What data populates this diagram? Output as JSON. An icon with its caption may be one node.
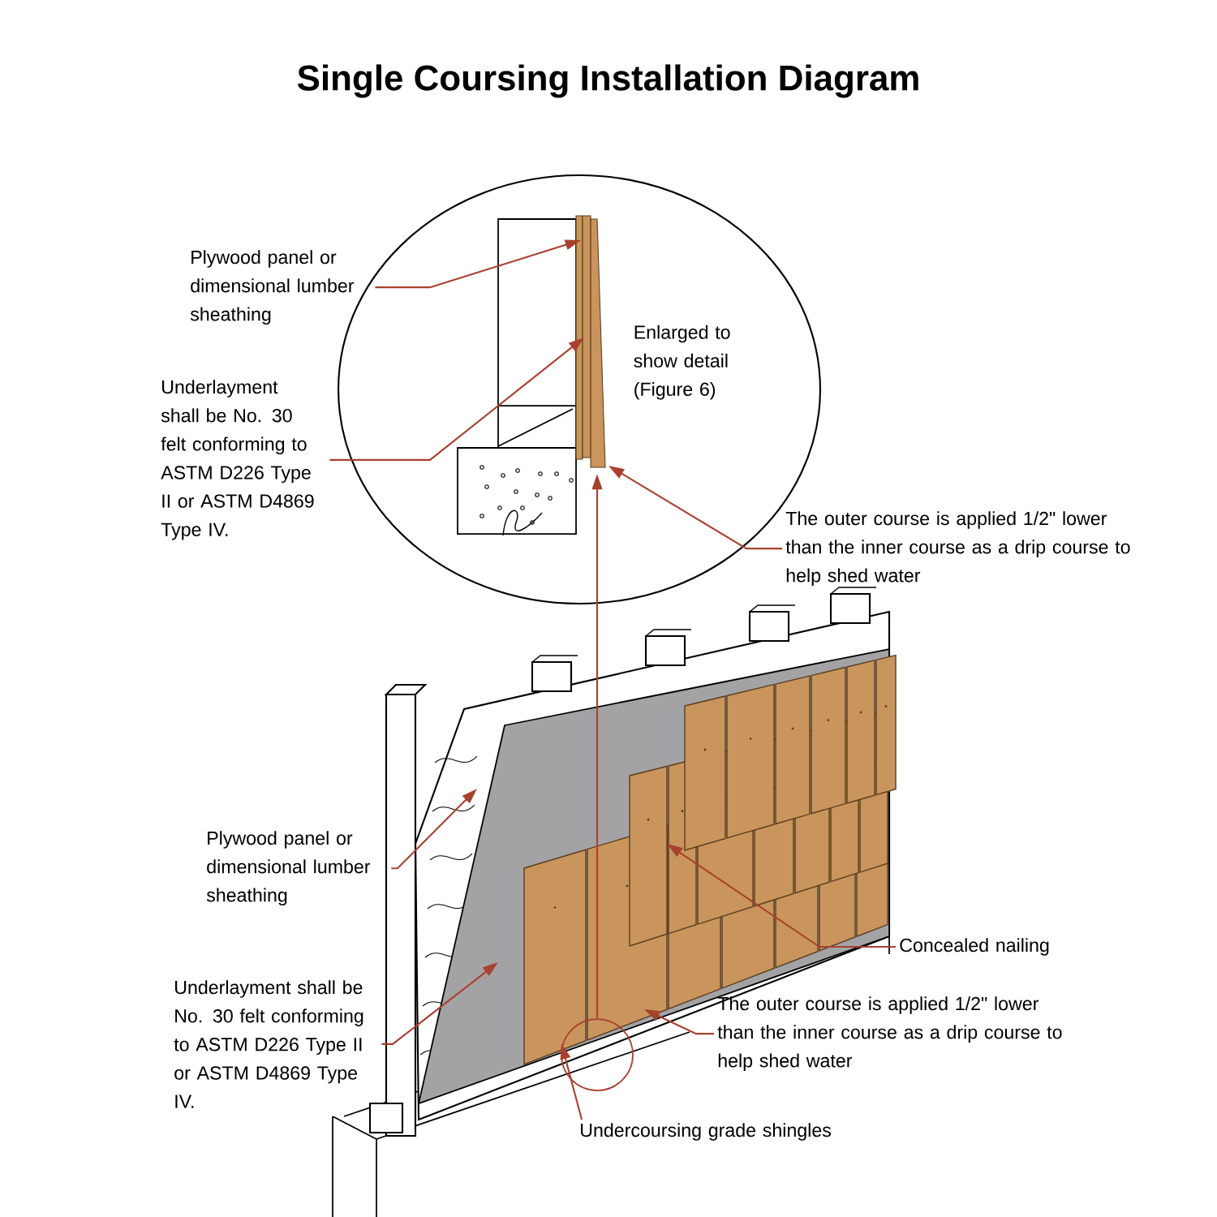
{
  "diagram": {
    "title": "Single Coursing Installation Diagram",
    "nodes": [
      {
        "text": [
          "Enlarged to show detail (Figure 6)"
        ]
      },
      {
        "text": [
          "Plywood panel or dimensional lumber sheathing"
        ]
      },
      {
        "text": [
          "Underlayment shall be No. 30 felt conforming to ASTM D226 Type II or ASTM D4869 Type IV."
        ]
      },
      {
        "text": [
          "The outer course is applied 1/2\" lower than the inner course as a drip course to help shed water"
        ]
      },
      {
        "text": [
          "Plywood panel or dimensional lumber sheathing"
        ]
      },
      {
        "text": [
          "Underlayment shall be No. 30 felt conforming to ASTM D226 Type II or ASTM D4869 Type IV."
        ]
      },
      {
        "text": [
          "Concealed nailing"
        ]
      },
      {
        "text": [
          "The outer course is applied 1/2\" lower than the inner course as a drip course to help shed water"
        ]
      },
      {
        "text": [
          "Undercoursing grade shingles"
        ]
      },
      {
        "text": [],
        "shape": "circle"
      }
    ],
    "edges": [
      {
        "from": 1,
        "to": 0,
        "arrow": "to"
      },
      {
        "from": 2,
        "to": 0,
        "arrow": "to"
      },
      {
        "from": 3,
        "to": 0,
        "arrow": "to"
      },
      {
        "from": 9,
        "to": 0,
        "arrow": "to"
      },
      {
        "from": 4,
        "to": null,
        "arrow": "to"
      },
      {
        "from": 5,
        "to": null,
        "arrow": "to"
      },
      {
        "from": 6,
        "to": null,
        "arrow": "to"
      },
      {
        "from": 7,
        "to": null,
        "arrow": "to"
      },
      {
        "from": 8,
        "to": 9,
        "arrow": "to"
      }
    ]
  }
}
